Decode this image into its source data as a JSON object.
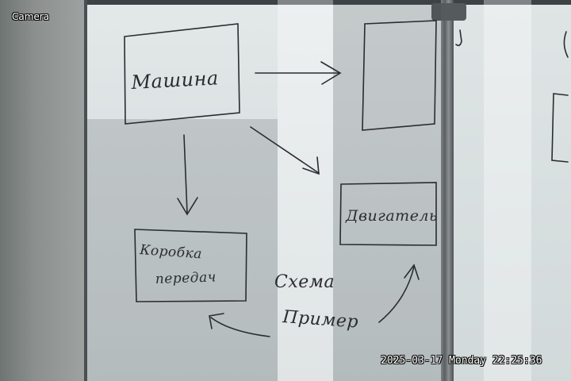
{
  "overlay": {
    "camera_label": "Camera",
    "timestamp": "2025-03-17 Monday 22:25:36"
  },
  "whiteboard": {
    "box_machine": "Машина",
    "box_engine": "Двигатель",
    "box_gearbox_line1": "Коробка",
    "box_gearbox_line2": "передач",
    "caption_line1": "Схема",
    "caption_line2": "Пример"
  },
  "colors": {
    "marker": "#2a2c30",
    "board": "#dfe5e5",
    "frame": "#4a4f52"
  }
}
